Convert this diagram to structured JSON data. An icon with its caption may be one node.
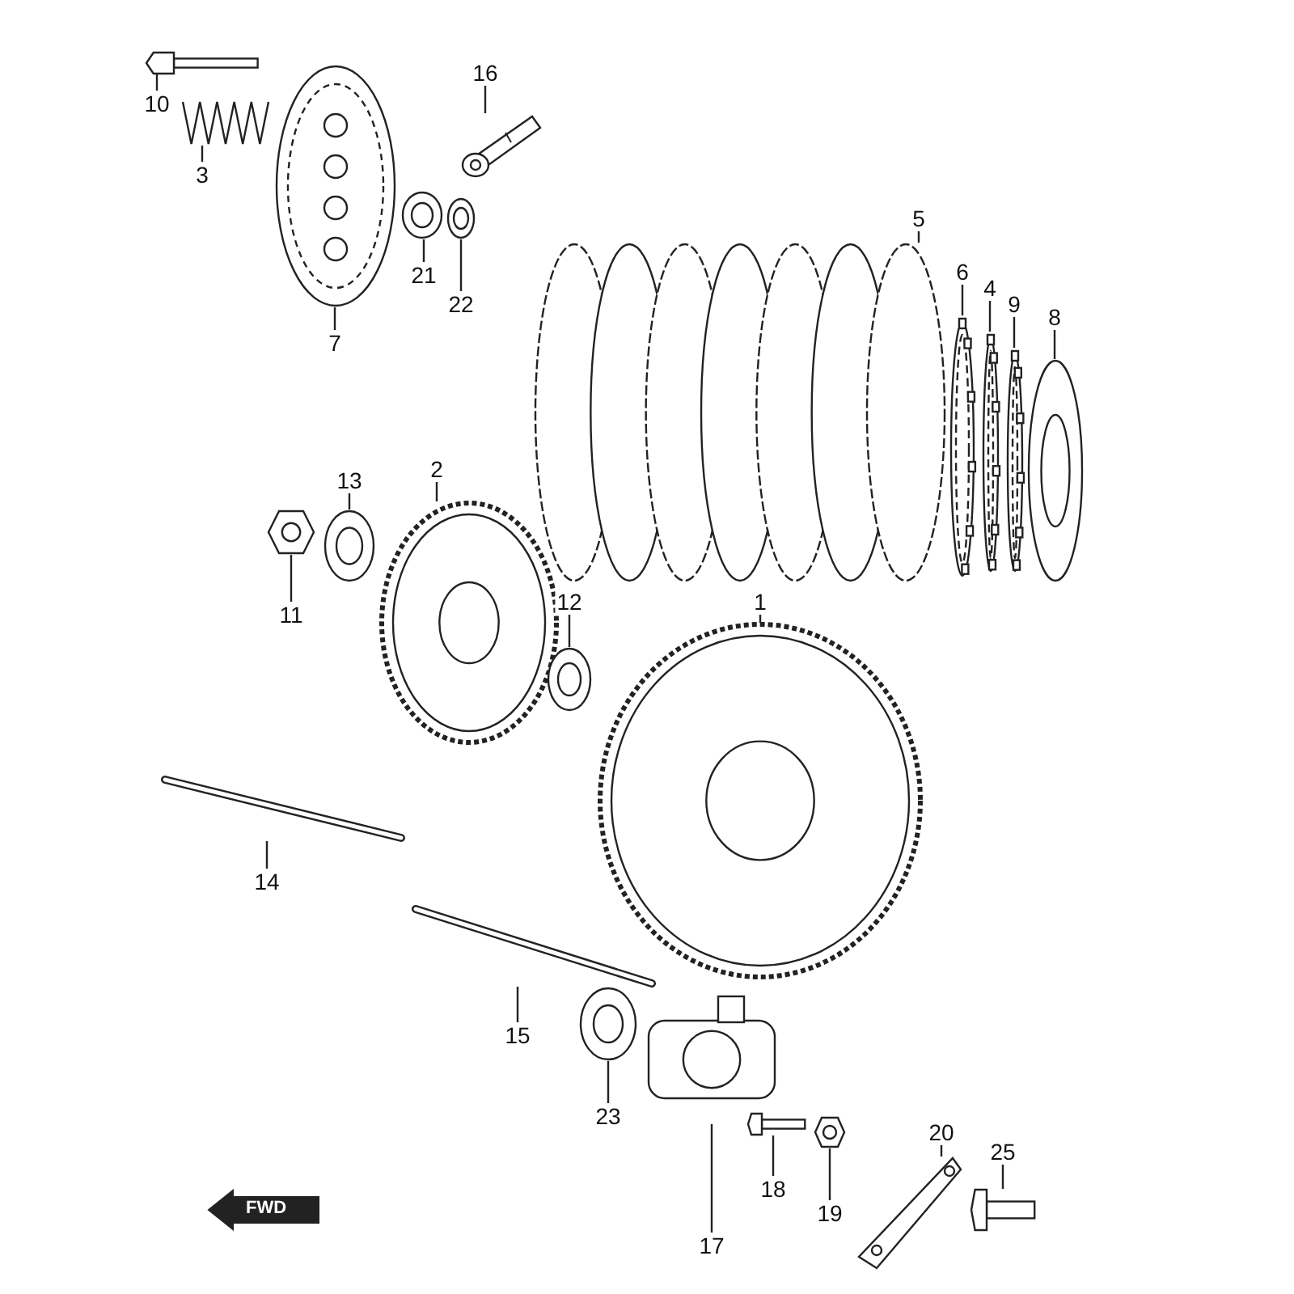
{
  "diagram": {
    "nodes": [
      {
        "text": [
          "10"
        ]
      },
      {
        "text": [
          "3"
        ]
      },
      {
        "text": [
          "7"
        ]
      },
      {
        "text": [
          "16"
        ]
      },
      {
        "text": [
          "21"
        ]
      },
      {
        "text": [
          "22"
        ]
      },
      {
        "text": [
          "5"
        ]
      },
      {
        "text": [
          "6"
        ]
      },
      {
        "text": [
          "4"
        ]
      },
      {
        "text": [
          "9"
        ]
      },
      {
        "text": [
          "8"
        ]
      },
      {
        "text": [
          "13"
        ]
      },
      {
        "text": [
          "2"
        ]
      },
      {
        "text": [
          "11"
        ]
      },
      {
        "text": [
          "12"
        ]
      },
      {
        "text": [
          "1"
        ]
      },
      {
        "text": [
          "14"
        ]
      },
      {
        "text": [
          "15"
        ]
      },
      {
        "text": [
          "23"
        ]
      },
      {
        "text": [
          "17"
        ]
      },
      {
        "text": [
          "18"
        ]
      },
      {
        "text": [
          "19"
        ]
      },
      {
        "text": [
          "20"
        ]
      },
      {
        "text": [
          "25"
        ]
      },
      {
        "text": [],
        "shape": "picture"
      },
      {
        "text": [],
        "shape": "picture"
      },
      {
        "text": [],
        "shape": "picture"
      },
      {
        "text": [],
        "shape": "picture"
      },
      {
        "text": [],
        "shape": "picture"
      },
      {
        "text": [],
        "shape": "picture"
      },
      {
        "text": [],
        "shape": "picture"
      },
      {
        "text": [],
        "shape": "picture"
      },
      {
        "text": [],
        "shape": "picture"
      },
      {
        "text": [],
        "shape": "picture"
      },
      {
        "text": [],
        "shape": "picture"
      },
      {
        "text": [],
        "shape": "picture"
      },
      {
        "text": [],
        "shape": "picture"
      },
      {
        "text": [],
        "shape": "picture"
      },
      {
        "text": [],
        "shape": "picture"
      },
      {
        "text": [],
        "shape": "picture"
      },
      {
        "text": [],
        "shape": "picture"
      },
      {
        "text": [],
        "shape": "picture"
      },
      {
        "text": [],
        "shape": "picture"
      },
      {
        "text": [],
        "shape": "picture"
      },
      {
        "text": [],
        "shape": "picture"
      },
      {
        "text": [],
        "shape": "picture"
      },
      {
        "text": [],
        "shape": "picture"
      },
      {
        "text": [],
        "shape": "picture"
      }
    ],
    "edges": [
      {
        "from": 0,
        "to": 24,
        "arrow": "none"
      },
      {
        "from": 1,
        "to": 25,
        "arrow": "none"
      },
      {
        "from": 2,
        "to": 26,
        "arrow": "none"
      },
      {
        "from": 3,
        "to": 27,
        "arrow": "none"
      },
      {
        "from": 4,
        "to": 28,
        "arrow": "none"
      },
      {
        "from": 5,
        "to": 29,
        "arrow": "none"
      },
      {
        "from": 6,
        "to": 30,
        "arrow": "none"
      },
      {
        "from": 7,
        "to": 31,
        "arrow": "none"
      },
      {
        "from": 8,
        "to": 32,
        "arrow": "none"
      },
      {
        "from": 9,
        "to": 33,
        "arrow": "none"
      },
      {
        "from": 10,
        "to": 34,
        "arrow": "none"
      },
      {
        "from": 11,
        "to": 35,
        "arrow": "none"
      },
      {
        "from": 12,
        "to": 36,
        "arrow": "none"
      },
      {
        "from": 13,
        "to": 37,
        "arrow": "none"
      },
      {
        "from": 14,
        "to": 38,
        "arrow": "none"
      },
      {
        "from": 15,
        "to": 39,
        "arrow": "none"
      },
      {
        "from": 16,
        "to": 40,
        "arrow": "none"
      },
      {
        "from": 17,
        "to": 41,
        "arrow": "none"
      },
      {
        "from": 18,
        "to": 42,
        "arrow": "none"
      },
      {
        "from": 19,
        "to": 43,
        "arrow": "none"
      },
      {
        "from": 20,
        "to": 44,
        "arrow": "none"
      },
      {
        "from": 21,
        "to": 45,
        "arrow": "none"
      },
      {
        "from": 22,
        "to": 46,
        "arrow": "none"
      },
      {
        "from": 23,
        "to": 47,
        "arrow": "none"
      }
    ],
    "labels": [
      "FWD"
    ]
  }
}
